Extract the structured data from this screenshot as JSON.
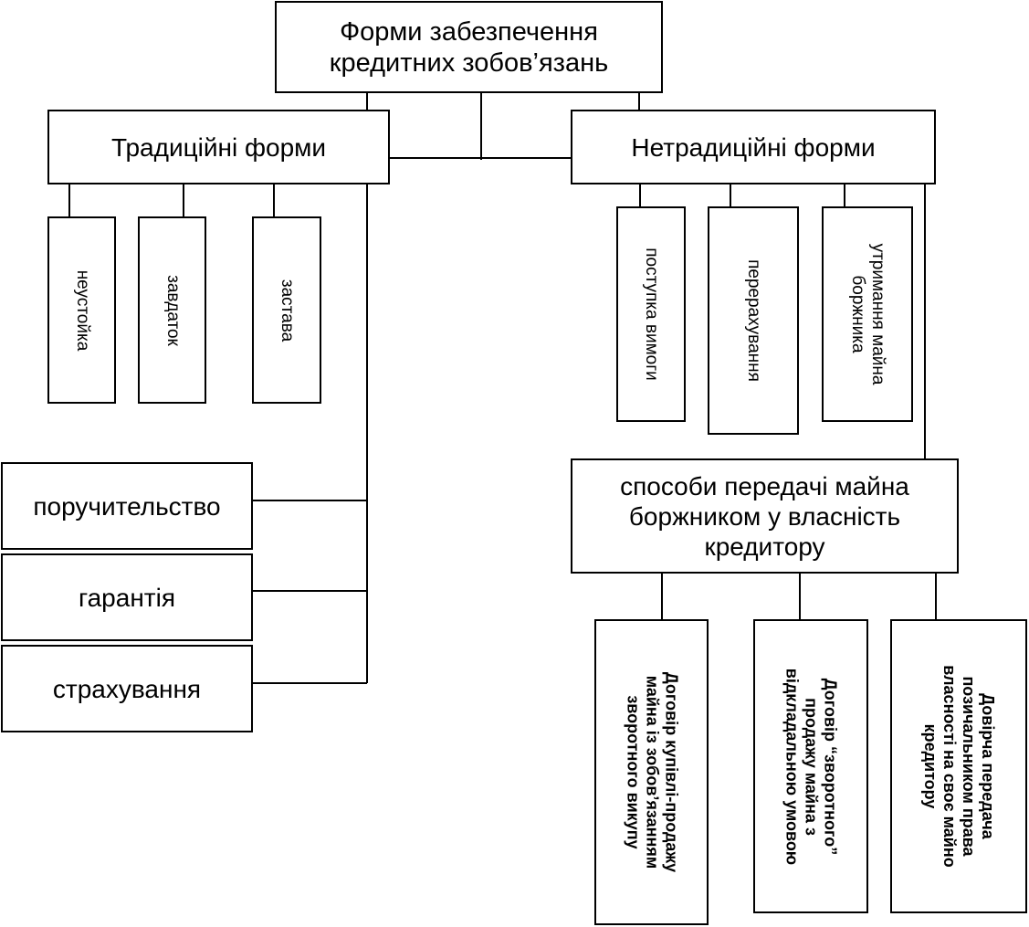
{
  "root": {
    "label": "Форми забезпечення\nкредитних зобов’язань"
  },
  "traditional": {
    "label": "Традиційні форми",
    "items": [
      "неустойка",
      "завдаток",
      "застава"
    ],
    "left_items": [
      "поручительство",
      "гарантія",
      "страхування"
    ]
  },
  "nontraditional": {
    "label": "Нетрадиційні форми",
    "items": [
      "поступка вимоги",
      "перерахування",
      "утримання майна\nборжника"
    ],
    "transfer": {
      "label": "способи передачі майна\nборжником у власність\nкредитору",
      "items": [
        "Договір купівлі-продажу\nмайна із зобов’язанням\nзворотного викупу",
        "Договір “зворотного”\nпродажу майна з\nвідкладальною умовою",
        "Довірча передача\nпозичальником права\nвласності на своє майно\nкредитору"
      ]
    }
  },
  "colors": {
    "line": "#000000",
    "fill": "#ffffff"
  }
}
